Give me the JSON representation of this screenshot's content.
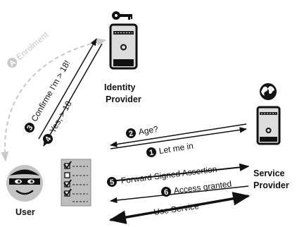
{
  "actors": {
    "identity_provider": {
      "line1": "Identity",
      "line2": "Provider"
    },
    "service_provider": {
      "line1": "Service",
      "line2": "Provider"
    },
    "user": "User"
  },
  "steps": {
    "enrolment": {
      "marker": "A",
      "label": "Enrolment"
    },
    "s1": {
      "marker": "1",
      "label": "Let me in"
    },
    "s2": {
      "marker": "2",
      "label": "Age?"
    },
    "s3": {
      "marker": "3",
      "label": "Confirme I'm > 18!"
    },
    "s4": {
      "marker": "4",
      "label": "Yes, > 18"
    },
    "s5": {
      "marker": "5",
      "label": "Forward Signed Assertion"
    },
    "s6": {
      "marker": "6",
      "label": "Access granted"
    },
    "use": {
      "label": "Use Service"
    }
  },
  "icons": {
    "idp_key": "key-icon",
    "idp_server": "server-icon",
    "sp_globe": "globe-icon",
    "sp_server": "server-icon",
    "user": "user-avatar-icon",
    "checklist": "checklist-icon"
  },
  "colors": {
    "dark": "#111111",
    "enrolment": "#c8c8c8",
    "server_fill": "#dddddd"
  }
}
